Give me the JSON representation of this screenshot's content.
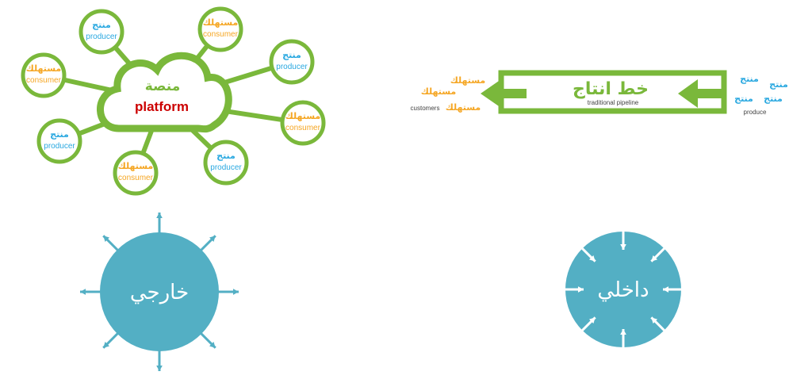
{
  "platform": {
    "title_ar": "منصة",
    "title_en": "platform",
    "nodes": [
      {
        "ar": "منتج",
        "en": "producer",
        "kind": "producer"
      },
      {
        "ar": "مستهلك",
        "en": "consumer",
        "kind": "consumer"
      },
      {
        "ar": "منتج",
        "en": "producer",
        "kind": "producer"
      },
      {
        "ar": "مستهلك",
        "en": "consumer",
        "kind": "consumer"
      },
      {
        "ar": "مستهلك",
        "en": "consumer",
        "kind": "consumer"
      },
      {
        "ar": "منتج",
        "en": "producer",
        "kind": "producer"
      },
      {
        "ar": "منتج",
        "en": "producer",
        "kind": "producer"
      },
      {
        "ar": "مستهلك",
        "en": "consumer",
        "kind": "consumer"
      }
    ]
  },
  "pipeline": {
    "title_ar": "خط انتاج",
    "title_en": "traditional pipeline",
    "consumers_ar": [
      "مستهلك",
      "مستهلك",
      "مستهلك"
    ],
    "customers_label": "customers",
    "producers_ar": [
      "منتج",
      "منتج",
      "منتج",
      "منتج"
    ],
    "produce_label": "produce"
  },
  "external": {
    "label": "خارجي"
  },
  "internal": {
    "label": "داخلي"
  },
  "colors": {
    "green": "#7ab83b",
    "blue": "#29a8e0",
    "orange": "#f5a623",
    "red": "#cc0000",
    "teal": "#53afc4"
  }
}
